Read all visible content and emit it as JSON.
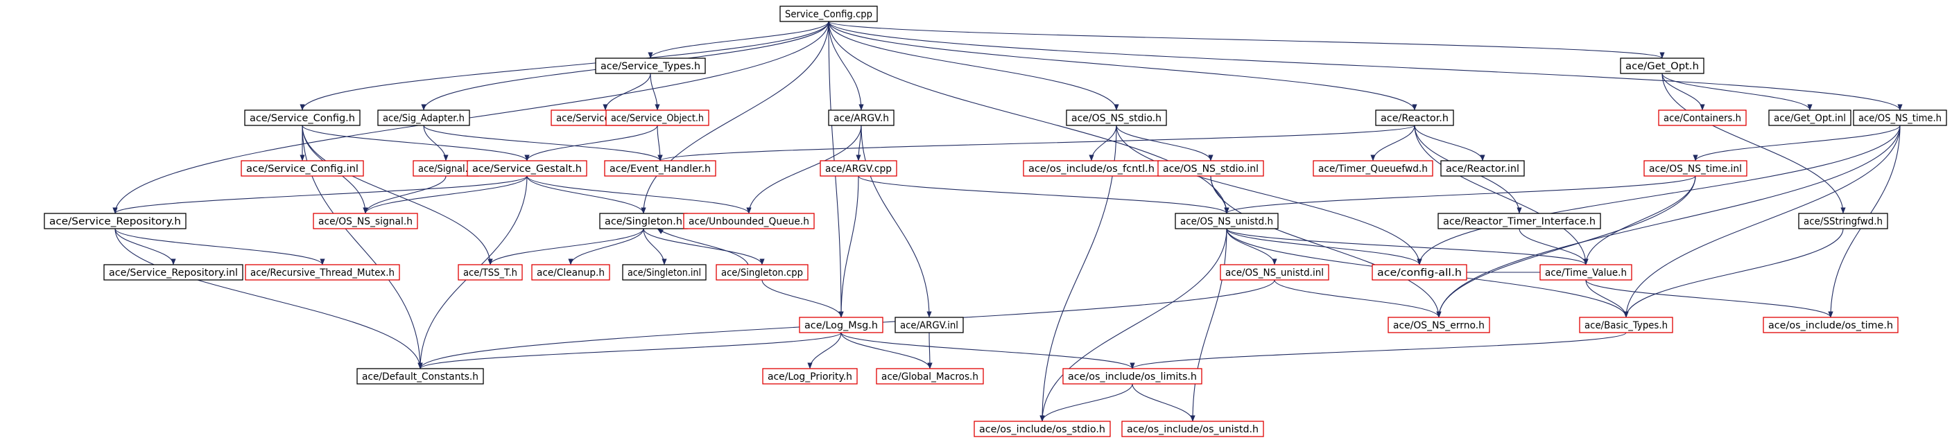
{
  "colors": {
    "edge": "#1f2a60",
    "root_fill": "#c0c0c0",
    "border_documented": "#000000",
    "border_undocumented": "#e00000"
  },
  "nodes": [
    {
      "id": "service_config_cpp",
      "label": "Service_Config.cpp",
      "kind": "root"
    },
    {
      "id": "service_types_h",
      "label": "ace/Service_Types.h",
      "kind": "documented"
    },
    {
      "id": "get_opt_h",
      "label": "ace/Get_Opt.h",
      "kind": "documented"
    },
    {
      "id": "service_types_inl",
      "label": "ace/Service_Types.inl",
      "kind": "undocumented"
    },
    {
      "id": "service_object_h",
      "label": "ace/Service_Object.h",
      "kind": "undocumented"
    },
    {
      "id": "containers_h",
      "label": "ace/Containers.h",
      "kind": "undocumented"
    },
    {
      "id": "get_opt_inl",
      "label": "ace/Get_Opt.inl",
      "kind": "documented"
    },
    {
      "id": "service_config_h",
      "label": "ace/Service_Config.h",
      "kind": "documented"
    },
    {
      "id": "sig_adapter_h",
      "label": "ace/Sig_Adapter.h",
      "kind": "documented"
    },
    {
      "id": "argv_h",
      "label": "ace/ARGV.h",
      "kind": "documented"
    },
    {
      "id": "os_ns_stdio_h",
      "label": "ace/OS_NS_stdio.h",
      "kind": "documented"
    },
    {
      "id": "reactor_h",
      "label": "ace/Reactor.h",
      "kind": "documented"
    },
    {
      "id": "os_ns_time_h",
      "label": "ace/OS_NS_time.h",
      "kind": "documented"
    },
    {
      "id": "service_config_inl",
      "label": "ace/Service_Config.inl",
      "kind": "undocumented"
    },
    {
      "id": "signal_h",
      "label": "ace/Signal.h",
      "kind": "undocumented"
    },
    {
      "id": "service_gestalt_h",
      "label": "ace/Service_Gestalt.h",
      "kind": "undocumented"
    },
    {
      "id": "event_handler_h",
      "label": "ace/Event_Handler.h",
      "kind": "undocumented"
    },
    {
      "id": "argv_cpp",
      "label": "ace/ARGV.cpp",
      "kind": "undocumented"
    },
    {
      "id": "os_include_os_fcntl_h",
      "label": "ace/os_include/os_fcntl.h",
      "kind": "undocumented"
    },
    {
      "id": "os_ns_stdio_inl",
      "label": "ace/OS_NS_stdio.inl",
      "kind": "undocumented"
    },
    {
      "id": "timer_queuefwd_h",
      "label": "ace/Timer_Queuefwd.h",
      "kind": "undocumented"
    },
    {
      "id": "reactor_inl",
      "label": "ace/Reactor.inl",
      "kind": "documented"
    },
    {
      "id": "os_ns_time_inl",
      "label": "ace/OS_NS_time.inl",
      "kind": "undocumented"
    },
    {
      "id": "service_repository_h",
      "label": "ace/Service_Repository.h",
      "kind": "documented"
    },
    {
      "id": "os_ns_signal_h",
      "label": "ace/OS_NS_signal.h",
      "kind": "undocumented"
    },
    {
      "id": "singleton_h",
      "label": "ace/Singleton.h",
      "kind": "documented"
    },
    {
      "id": "unbounded_queue_h",
      "label": "ace/Unbounded_Queue.h",
      "kind": "undocumented"
    },
    {
      "id": "os_ns_unistd_h",
      "label": "ace/OS_NS_unistd.h",
      "kind": "documented"
    },
    {
      "id": "reactor_timer_interface_h",
      "label": "ace/Reactor_Timer_Interface.h",
      "kind": "documented"
    },
    {
      "id": "sstringfwd_h",
      "label": "ace/SStringfwd.h",
      "kind": "documented"
    },
    {
      "id": "service_repository_inl",
      "label": "ace/Service_Repository.inl",
      "kind": "documented"
    },
    {
      "id": "recursive_thread_mutex_h",
      "label": "ace/Recursive_Thread_Mutex.h",
      "kind": "undocumented"
    },
    {
      "id": "tss_t_h",
      "label": "ace/TSS_T.h",
      "kind": "undocumented"
    },
    {
      "id": "cleanup_h",
      "label": "ace/Cleanup.h",
      "kind": "undocumented"
    },
    {
      "id": "singleton_inl",
      "label": "ace/Singleton.inl",
      "kind": "documented"
    },
    {
      "id": "singleton_cpp",
      "label": "ace/Singleton.cpp",
      "kind": "undocumented"
    },
    {
      "id": "os_ns_unistd_inl",
      "label": "ace/OS_NS_unistd.inl",
      "kind": "undocumented"
    },
    {
      "id": "config_all_h",
      "label": "ace/config-all.h",
      "kind": "undocumented"
    },
    {
      "id": "time_value_h",
      "label": "ace/Time_Value.h",
      "kind": "undocumented"
    },
    {
      "id": "log_msg_h",
      "label": "ace/Log_Msg.h",
      "kind": "undocumented"
    },
    {
      "id": "argv_inl",
      "label": "ace/ARGV.inl",
      "kind": "documented"
    },
    {
      "id": "os_ns_errno_h",
      "label": "ace/OS_NS_errno.h",
      "kind": "undocumented"
    },
    {
      "id": "basic_types_h",
      "label": "ace/Basic_Types.h",
      "kind": "undocumented"
    },
    {
      "id": "os_include_os_time_h",
      "label": "ace/os_include/os_time.h",
      "kind": "undocumented"
    },
    {
      "id": "default_constants_h",
      "label": "ace/Default_Constants.h",
      "kind": "documented"
    },
    {
      "id": "log_priority_h",
      "label": "ace/Log_Priority.h",
      "kind": "undocumented"
    },
    {
      "id": "global_macros_h",
      "label": "ace/Global_Macros.h",
      "kind": "undocumented"
    },
    {
      "id": "os_include_os_limits_h",
      "label": "ace/os_include/os_limits.h",
      "kind": "undocumented"
    },
    {
      "id": "os_include_os_stdio_h",
      "label": "ace/os_include/os_stdio.h",
      "kind": "undocumented"
    },
    {
      "id": "os_include_os_unistd_h",
      "label": "ace/os_include/os_unistd.h",
      "kind": "undocumented"
    }
  ],
  "edges": [
    [
      "service_config_cpp",
      "service_types_h"
    ],
    [
      "service_config_cpp",
      "get_opt_h"
    ],
    [
      "service_config_cpp",
      "service_config_h"
    ],
    [
      "service_config_cpp",
      "sig_adapter_h"
    ],
    [
      "service_config_cpp",
      "argv_h"
    ],
    [
      "service_config_cpp",
      "os_ns_stdio_h"
    ],
    [
      "service_config_cpp",
      "reactor_h"
    ],
    [
      "service_config_cpp",
      "os_ns_time_h"
    ],
    [
      "service_config_cpp",
      "service_repository_h"
    ],
    [
      "service_config_cpp",
      "singleton_h"
    ],
    [
      "service_config_cpp",
      "log_msg_h"
    ],
    [
      "service_config_cpp",
      "os_ns_unistd_h"
    ],
    [
      "service_types_h",
      "service_types_inl"
    ],
    [
      "service_types_h",
      "service_object_h"
    ],
    [
      "service_object_h",
      "event_handler_h"
    ],
    [
      "service_object_h",
      "service_gestalt_h"
    ],
    [
      "get_opt_h",
      "containers_h"
    ],
    [
      "get_opt_h",
      "get_opt_inl"
    ],
    [
      "get_opt_h",
      "sstringfwd_h"
    ],
    [
      "service_config_h",
      "service_config_inl"
    ],
    [
      "service_config_h",
      "service_gestalt_h"
    ],
    [
      "service_config_h",
      "os_ns_signal_h"
    ],
    [
      "service_config_h",
      "tss_t_h"
    ],
    [
      "service_config_h",
      "default_constants_h"
    ],
    [
      "sig_adapter_h",
      "signal_h"
    ],
    [
      "sig_adapter_h",
      "event_handler_h"
    ],
    [
      "signal_h",
      "os_ns_signal_h"
    ],
    [
      "service_gestalt_h",
      "service_repository_h"
    ],
    [
      "service_gestalt_h",
      "os_ns_signal_h"
    ],
    [
      "service_gestalt_h",
      "singleton_h"
    ],
    [
      "service_gestalt_h",
      "unbounded_queue_h"
    ],
    [
      "service_gestalt_h",
      "default_constants_h"
    ],
    [
      "argv_h",
      "argv_cpp"
    ],
    [
      "argv_h",
      "argv_inl"
    ],
    [
      "argv_h",
      "unbounded_queue_h"
    ],
    [
      "argv_cpp",
      "os_ns_unistd_h"
    ],
    [
      "argv_cpp",
      "log_msg_h"
    ],
    [
      "os_ns_stdio_h",
      "os_include_os_fcntl_h"
    ],
    [
      "os_ns_stdio_h",
      "os_ns_stdio_inl"
    ],
    [
      "os_ns_stdio_h",
      "config_all_h"
    ],
    [
      "os_ns_stdio_h",
      "os_include_os_stdio_h"
    ],
    [
      "os_ns_stdio_inl",
      "os_ns_unistd_h"
    ],
    [
      "os_ns_stdio_inl",
      "os_ns_errno_h"
    ],
    [
      "reactor_h",
      "event_handler_h"
    ],
    [
      "reactor_h",
      "timer_queuefwd_h"
    ],
    [
      "reactor_h",
      "reactor_inl"
    ],
    [
      "reactor_h",
      "reactor_timer_interface_h"
    ],
    [
      "reactor_h",
      "time_value_h"
    ],
    [
      "os_ns_time_h",
      "os_ns_time_inl"
    ],
    [
      "os_ns_time_h",
      "config_all_h"
    ],
    [
      "os_ns_time_h",
      "basic_types_h"
    ],
    [
      "os_ns_time_h",
      "os_include_os_time_h"
    ],
    [
      "os_ns_time_h",
      "os_ns_errno_h"
    ],
    [
      "os_ns_time_inl",
      "os_ns_unistd_h"
    ],
    [
      "os_ns_time_inl",
      "time_value_h"
    ],
    [
      "os_ns_time_inl",
      "os_ns_errno_h"
    ],
    [
      "reactor_timer_interface_h",
      "time_value_h"
    ],
    [
      "sstringfwd_h",
      "basic_types_h"
    ],
    [
      "service_repository_h",
      "service_repository_inl"
    ],
    [
      "service_repository_h",
      "recursive_thread_mutex_h"
    ],
    [
      "service_repository_h",
      "default_constants_h"
    ],
    [
      "singleton_h",
      "tss_t_h"
    ],
    [
      "singleton_h",
      "cleanup_h"
    ],
    [
      "singleton_h",
      "singleton_inl"
    ],
    [
      "singleton_h",
      "singleton_cpp"
    ],
    [
      "singleton_cpp",
      "singleton_h"
    ],
    [
      "singleton_cpp",
      "log_msg_h"
    ],
    [
      "os_ns_unistd_h",
      "os_ns_unistd_inl"
    ],
    [
      "os_ns_unistd_h",
      "config_all_h"
    ],
    [
      "os_ns_unistd_h",
      "time_value_h"
    ],
    [
      "os_ns_unistd_h",
      "basic_types_h"
    ],
    [
      "os_ns_unistd_h",
      "os_include_os_stdio_h"
    ],
    [
      "os_ns_unistd_h",
      "os_include_os_unistd_h"
    ],
    [
      "os_ns_unistd_inl",
      "os_ns_errno_h"
    ],
    [
      "os_ns_unistd_inl",
      "default_constants_h"
    ],
    [
      "time_value_h",
      "basic_types_h"
    ],
    [
      "time_value_h",
      "os_include_os_time_h"
    ],
    [
      "time_value_h",
      "config_all_h"
    ],
    [
      "basic_types_h",
      "os_include_os_limits_h"
    ],
    [
      "log_msg_h",
      "default_constants_h"
    ],
    [
      "log_msg_h",
      "log_priority_h"
    ],
    [
      "log_msg_h",
      "global_macros_h"
    ],
    [
      "log_msg_h",
      "os_include_os_limits_h"
    ],
    [
      "argv_inl",
      "global_macros_h"
    ],
    [
      "os_include_os_limits_h",
      "os_include_os_stdio_h"
    ],
    [
      "os_include_os_limits_h",
      "os_include_os_unistd_h"
    ]
  ]
}
